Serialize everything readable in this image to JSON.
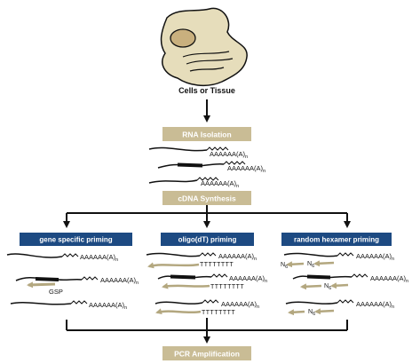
{
  "source_label": "Cells or Tissue",
  "steps": {
    "rna_isolation": "RNA Isolation",
    "cdna_synthesis": "cDNA Synthesis",
    "pcr_amplification": "PCR Amplification"
  },
  "branches": [
    {
      "label": "gene specific priming",
      "primer_label": "GSP"
    },
    {
      "label": "oligo(dT) priming"
    },
    {
      "label": "random hexamer priming"
    }
  ],
  "polyA_tail": "AAAAAA(A)",
  "polyA_subscript": "n",
  "oligo_dT": "TTTTTTTT",
  "hexamer": "N",
  "hexamer_subscript": "6",
  "colors": {
    "step_box": "#c9bc95",
    "branch_box": "#1d4a82",
    "cell_fill": "#e6ddbb",
    "nucleus_fill": "#c9b07e",
    "strand": "#111111",
    "primer": "#b3a77f"
  }
}
